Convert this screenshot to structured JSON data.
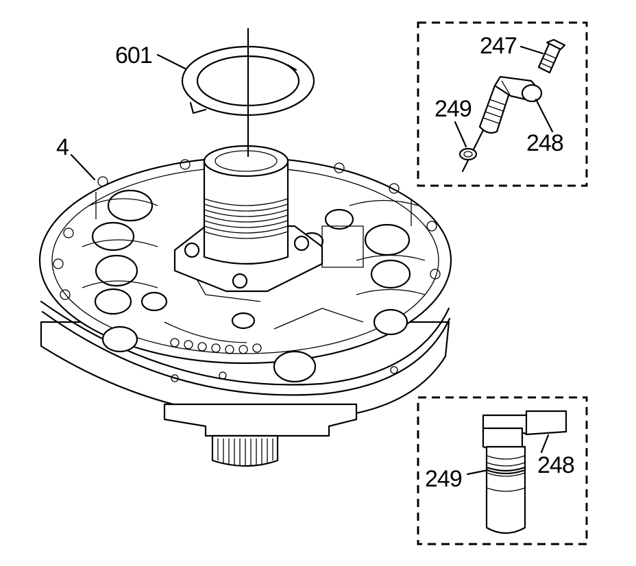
{
  "labels": {
    "pump_assembly": "4",
    "seal_ring": "601",
    "bolt": "247",
    "sensor": "248",
    "o_ring": "249",
    "detail_sensor": "248",
    "detail_o_ring": "249"
  }
}
